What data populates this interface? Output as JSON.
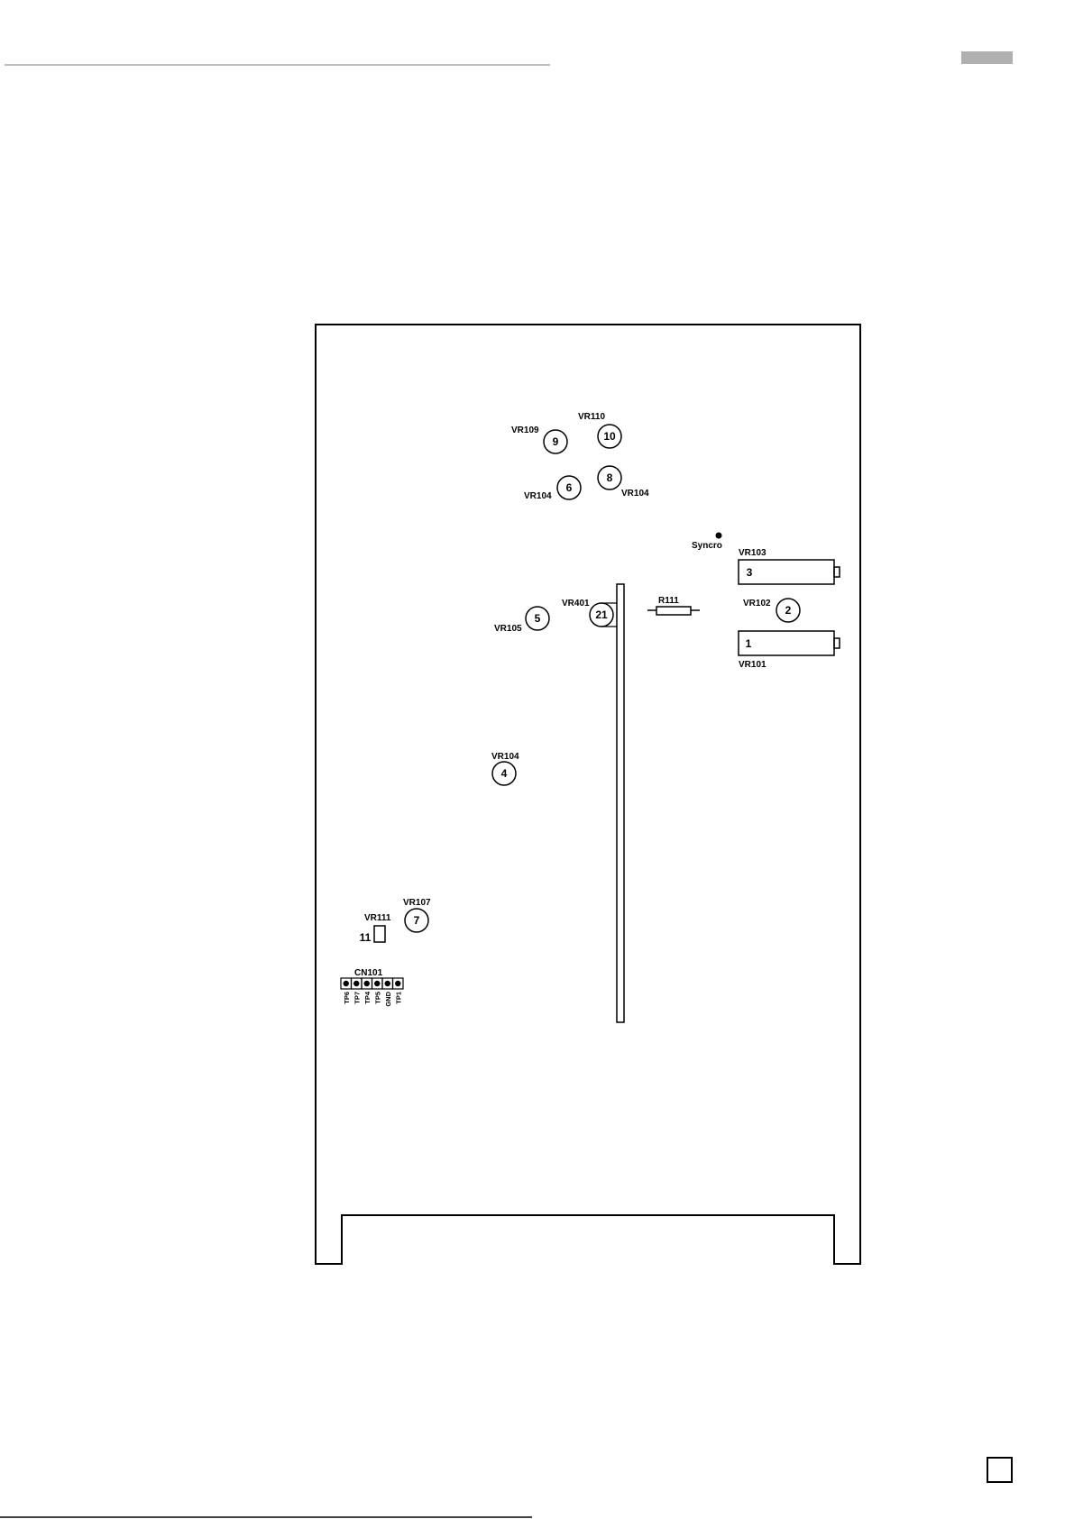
{
  "labels": {
    "vr109": "VR109",
    "vr110": "VR110",
    "vr104_top_left": "VR104",
    "vr104_top_right": "VR104",
    "syncro": "Syncro",
    "vr103": "VR103",
    "vr401": "VR401",
    "r111": "R111",
    "vr102": "VR102",
    "vr105": "VR105",
    "vr101": "VR101",
    "vr104_mid": "VR104",
    "vr107": "VR107",
    "vr111": "VR111",
    "cn101": "CN101"
  },
  "points": {
    "p9": "9",
    "p10": "10",
    "p6": "6",
    "p8": "8",
    "p3": "3",
    "p21": "21",
    "p2": "2",
    "p5": "5",
    "p1": "1",
    "p4": "4",
    "p7": "7",
    "p11": "11"
  },
  "connector_pins": [
    "TP6",
    "TP7",
    "TP4",
    "TP5",
    "GND",
    "TP1"
  ],
  "colors": {
    "ink": "#000000",
    "rule": "#bdbdbd",
    "header_block": "#b0b0b0"
  }
}
